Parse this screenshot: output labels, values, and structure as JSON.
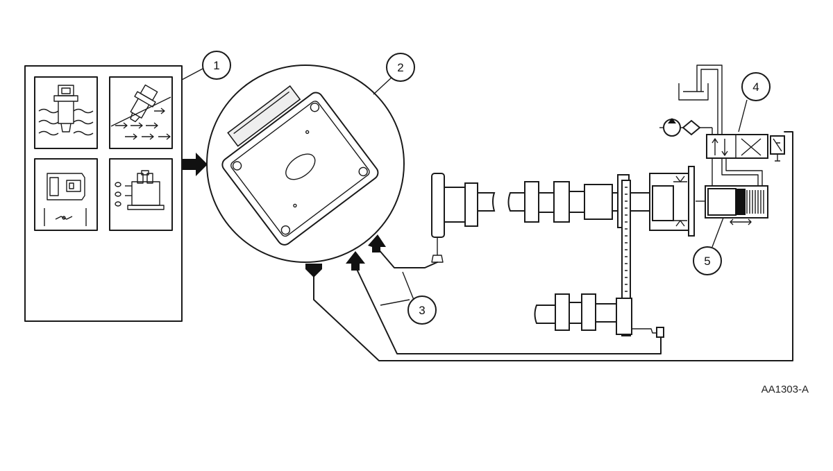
{
  "figure_code": "AA1303-A",
  "callouts": [
    {
      "id": "1",
      "label": "1"
    },
    {
      "id": "2",
      "label": "2"
    },
    {
      "id": "3",
      "label": "3"
    },
    {
      "id": "4",
      "label": "4"
    },
    {
      "id": "5",
      "label": "5"
    }
  ],
  "colors": {
    "line": "#1a1a1a",
    "background": "#ffffff"
  },
  "icons": [
    "fuel-injector-icon",
    "airflow-sensor-icon",
    "electrical-connector-icon",
    "manifold-pressure-sensor-icon",
    "engine-control-module-icon",
    "camshaft-sensor-icon",
    "crankshaft-sensor-icon",
    "solenoid-valve-icon",
    "oil-pump-icon",
    "oil-filter-icon",
    "oil-reservoir-icon",
    "actuator-piston-icon"
  ]
}
